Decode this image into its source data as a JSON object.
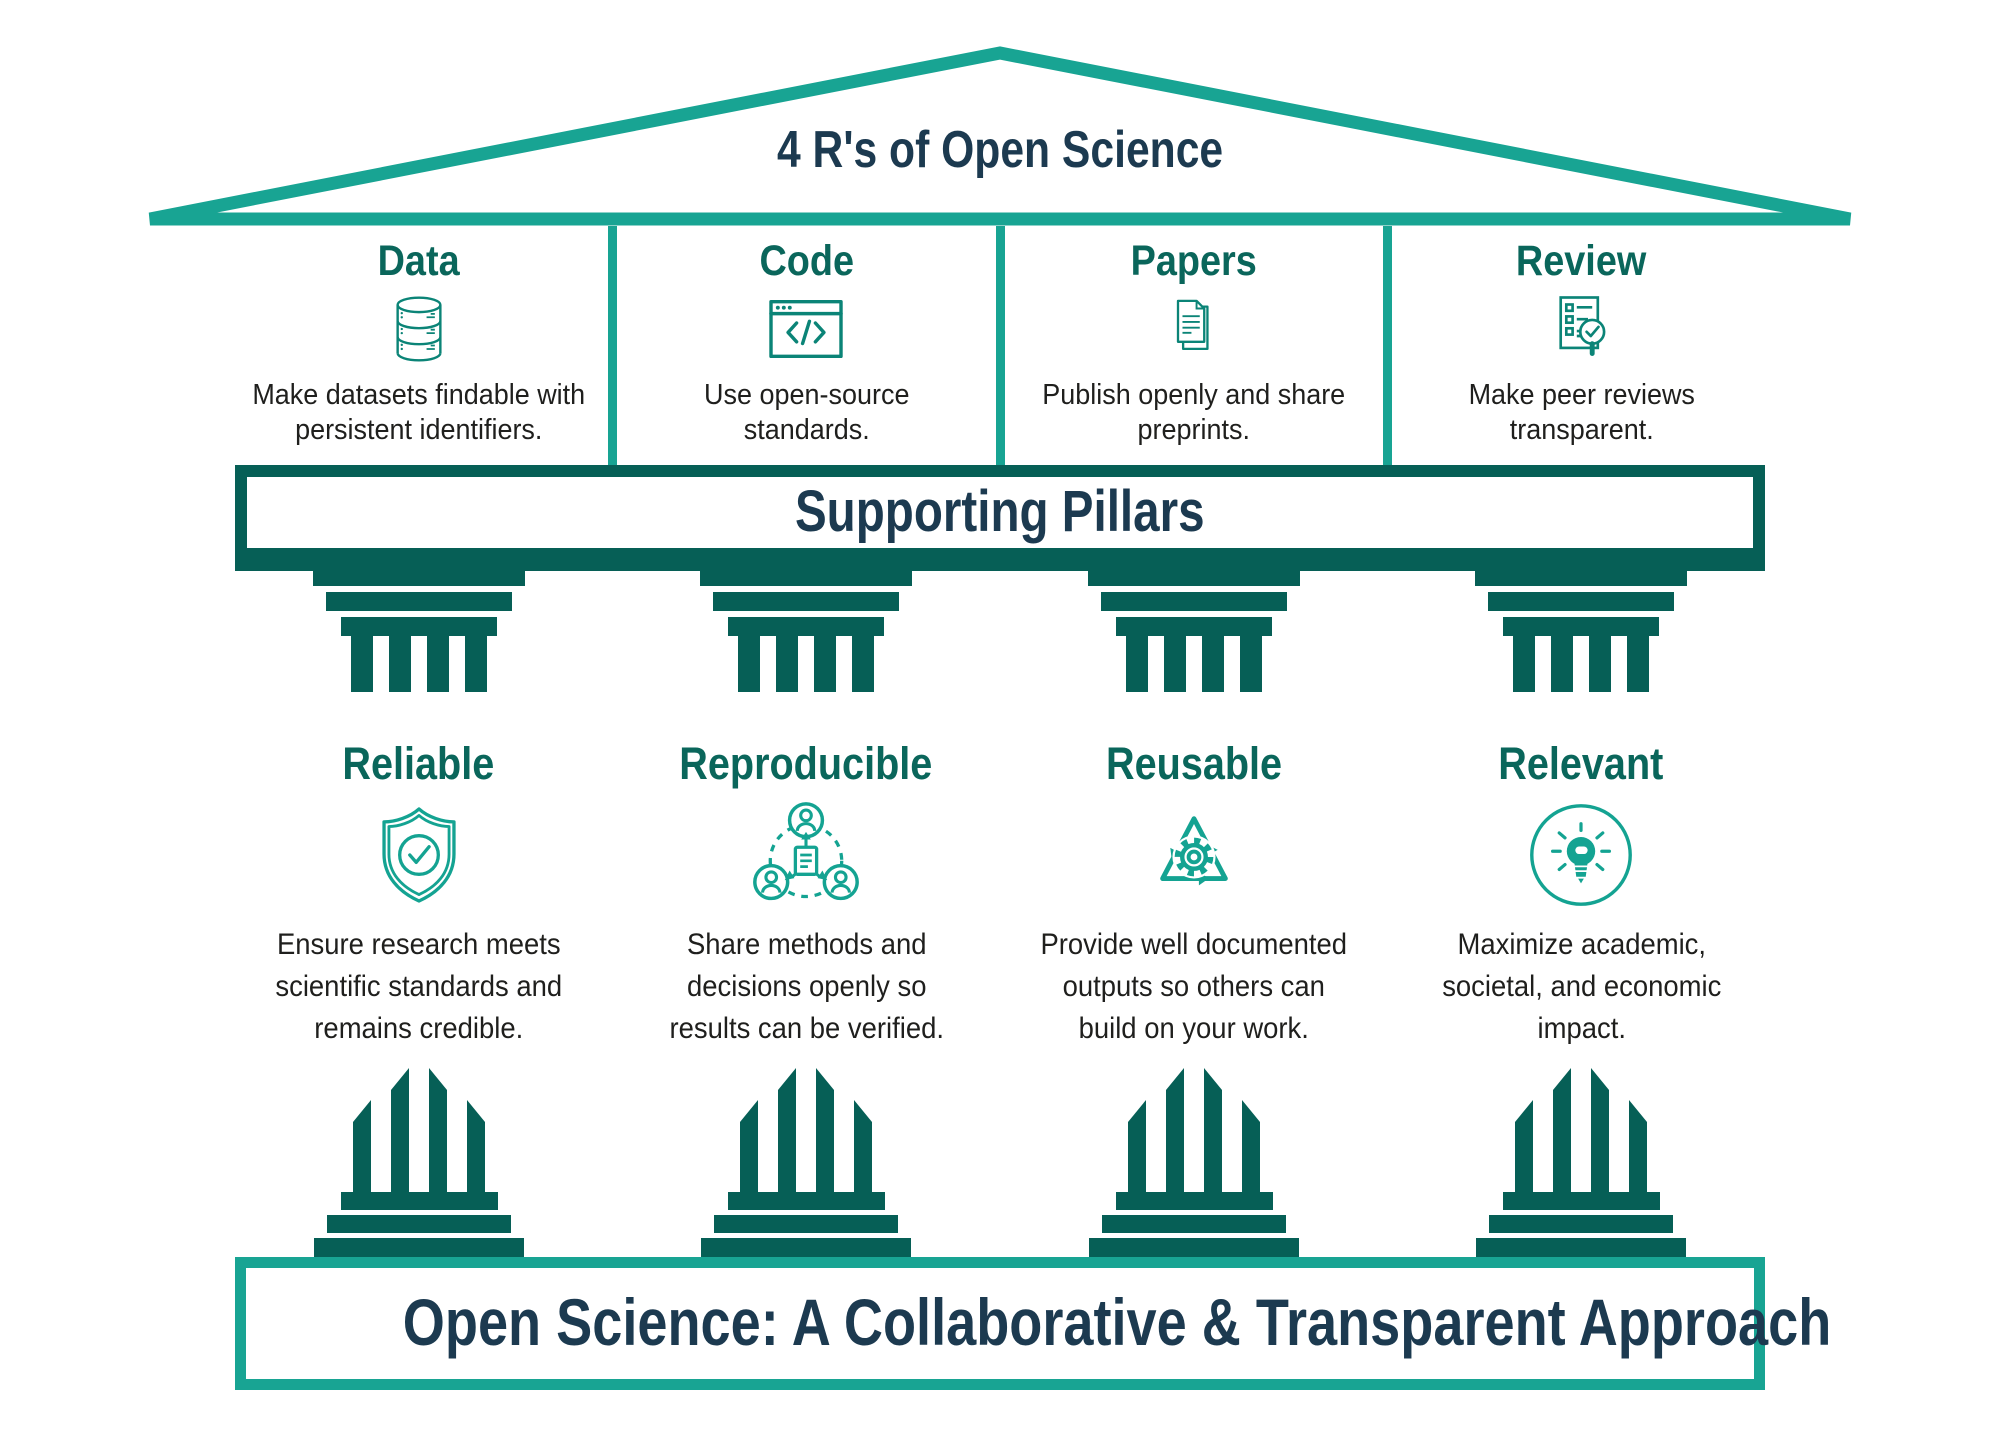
{
  "palette": {
    "teal": "#18a493",
    "dark_teal": "#065f56",
    "heading_teal": "#0a665b",
    "navy": "#1c3a50",
    "body_text": "#1f1f1d"
  },
  "roof": {
    "title": "4 R's of Open Science"
  },
  "top_row": {
    "columns": [
      {
        "label": "Data",
        "icon": "database-icon",
        "description": "Make datasets findable with\npersistent identifiers."
      },
      {
        "label": "Code",
        "icon": "code-window-icon",
        "description": "Use open-source\nstandards."
      },
      {
        "label": "Papers",
        "icon": "documents-icon",
        "description": "Publish openly and share\npreprints."
      },
      {
        "label": "Review",
        "icon": "checklist-magnifier-icon",
        "description": "Make peer reviews\ntransparent."
      }
    ]
  },
  "banner": {
    "label": "Supporting Pillars"
  },
  "pillars_row": {
    "columns": [
      {
        "label": "Reliable",
        "icon": "shield-check-icon",
        "description": "Ensure research meets\nscientific standards and\nremains credible."
      },
      {
        "label": "Reproducible",
        "icon": "people-network-icon",
        "description": "Share methods and\ndecisions openly so\nresults can be verified."
      },
      {
        "label": "Reusable",
        "icon": "recycle-gear-icon",
        "description": "Provide well documented\noutputs so others can\nbuild on your work."
      },
      {
        "label": "Relevant",
        "icon": "lightbulb-impact-icon",
        "description": "Maximize academic,\nsocietal, and economic\nimpact."
      }
    ]
  },
  "footer": {
    "label": "Open Science: A Collaborative & Transparent Approach"
  }
}
